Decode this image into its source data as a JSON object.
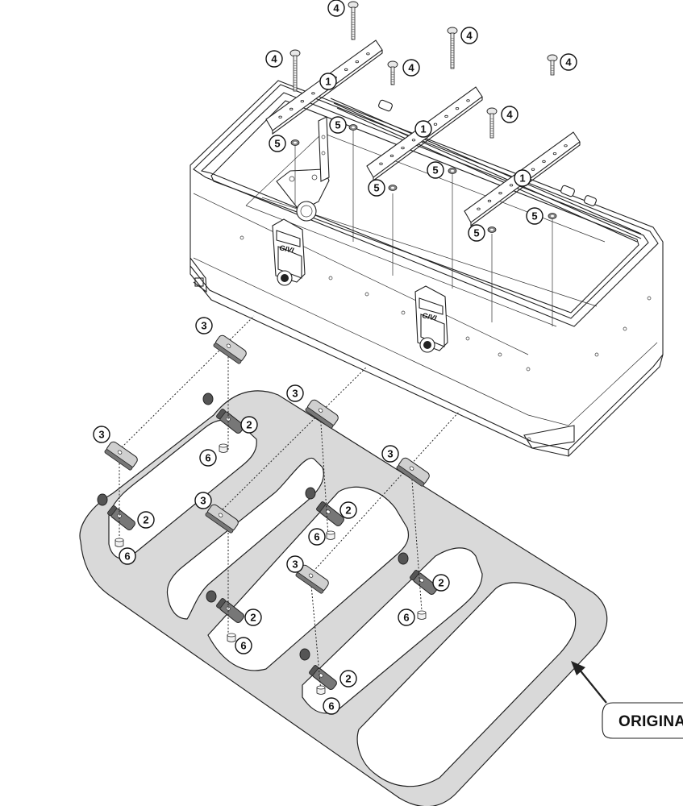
{
  "diagram": {
    "parts": [
      {
        "id": "plate",
        "number": "1"
      },
      {
        "id": "clamp-slotted",
        "number": "2"
      },
      {
        "id": "clamp-plate",
        "number": "3"
      },
      {
        "id": "bolt",
        "number": "4"
      },
      {
        "id": "washer",
        "number": "5"
      },
      {
        "id": "nut",
        "number": "6"
      }
    ],
    "rack_label": "ORIGINAL",
    "latch_logo": "GIVI",
    "colors": {
      "line": "#222222",
      "rack_fill": "#d9d9d9",
      "clamp_fill": "#777777",
      "background": "#ffffff"
    }
  }
}
